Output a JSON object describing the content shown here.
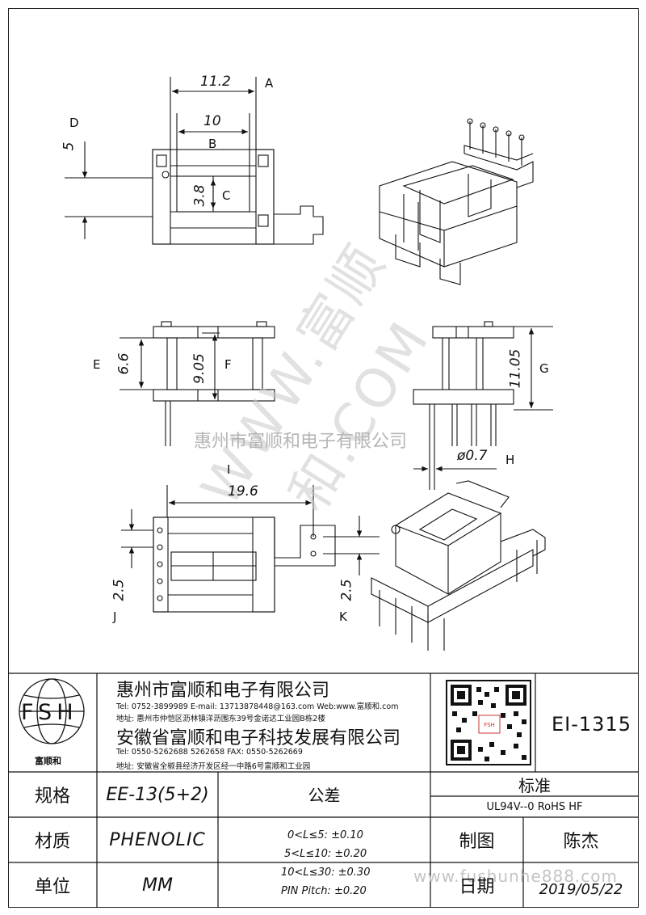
{
  "labels": {
    "A": "A",
    "B": "B",
    "C": "C",
    "D": "D",
    "E": "E",
    "F": "F",
    "G": "G",
    "H": "H",
    "I": "I",
    "J": "J",
    "K": "K"
  },
  "dims": {
    "d11_2": "11.2",
    "d10": "10",
    "d5": "5",
    "d3_8": "3.8",
    "d6_6": "6.6",
    "d9_05": "9.05",
    "d11_05": "11.05",
    "d0_7": "ø0.7",
    "d19_6": "19.6",
    "d2_5_left": "2.5",
    "d2_5_right": "2.5"
  },
  "watermark": {
    "diag": "WWW.富顺和.COM",
    "company": "惠州市富顺和电子有限公司",
    "site": "www.fushunhe888.com"
  },
  "company": {
    "logo_text": "FSH",
    "logo_sub": "富顺和",
    "name1": "惠州市富顺和电子有限公司",
    "contact1": "Tel:  0752-3899989   E-mail: 13713878448@163.com  Web:www.富顺和.com",
    "addr1": "地址: 惠州市仲恺区沥林镇洋沥围东39号金诺达工业园B栋2楼",
    "name2": "安徽省富顺和电子科技发展有限公司",
    "contact2": "Tel:   0550-5262688   5262658        FAX:  0550-5262669",
    "addr2": "地址: 安徽省全椒县经济开发区经一中路6号富顺和工业园",
    "part_no": "EI-1315"
  },
  "table": {
    "spec_label": "规格",
    "spec_value": "EE-13(5+2)",
    "material_label": "材质",
    "material_value": "PHENOLIC",
    "unit_label": "单位",
    "unit_value": "MM",
    "tolerance_label": "公差",
    "tol1": "0<L≤5: ±0.10",
    "tol2": "5<L≤10: ±0.20",
    "tol3": "10<L≤30: ±0.30",
    "tol4": "PIN Pitch: ±0.20",
    "standard_label": "标准",
    "standard_value": "UL94V--0  RoHS HF",
    "drawn_label": "制图",
    "drawn_value": "陈杰",
    "date_label": "日期",
    "date_value": "2019/05/22"
  }
}
